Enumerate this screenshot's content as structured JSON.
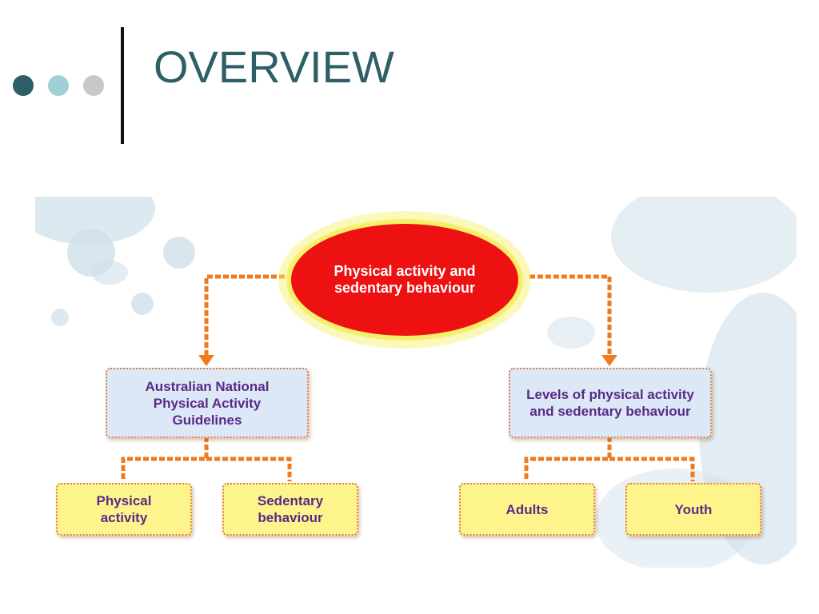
{
  "slide": {
    "title": "OVERVIEW",
    "bullet_colors": [
      "#2f5f66",
      "#9fd0d8",
      "#c8c8c8"
    ]
  },
  "diagram": {
    "root": "Physical activity and sedentary behaviour",
    "left": {
      "label": "Australian National Physical Activity Guidelines",
      "children": [
        "Physical activity",
        "Sedentary behaviour"
      ]
    },
    "right": {
      "label": "Levels of physical activity and sedentary behaviour",
      "children": [
        "Adults",
        "Youth"
      ]
    },
    "colors": {
      "root_fill": "#ee1111",
      "root_glow": "#f7ef6a",
      "mid_fill": "#dce8f5",
      "leaf_fill": "#fdf58c",
      "text": "#5a2a87",
      "connector": "#f07a1e"
    }
  }
}
